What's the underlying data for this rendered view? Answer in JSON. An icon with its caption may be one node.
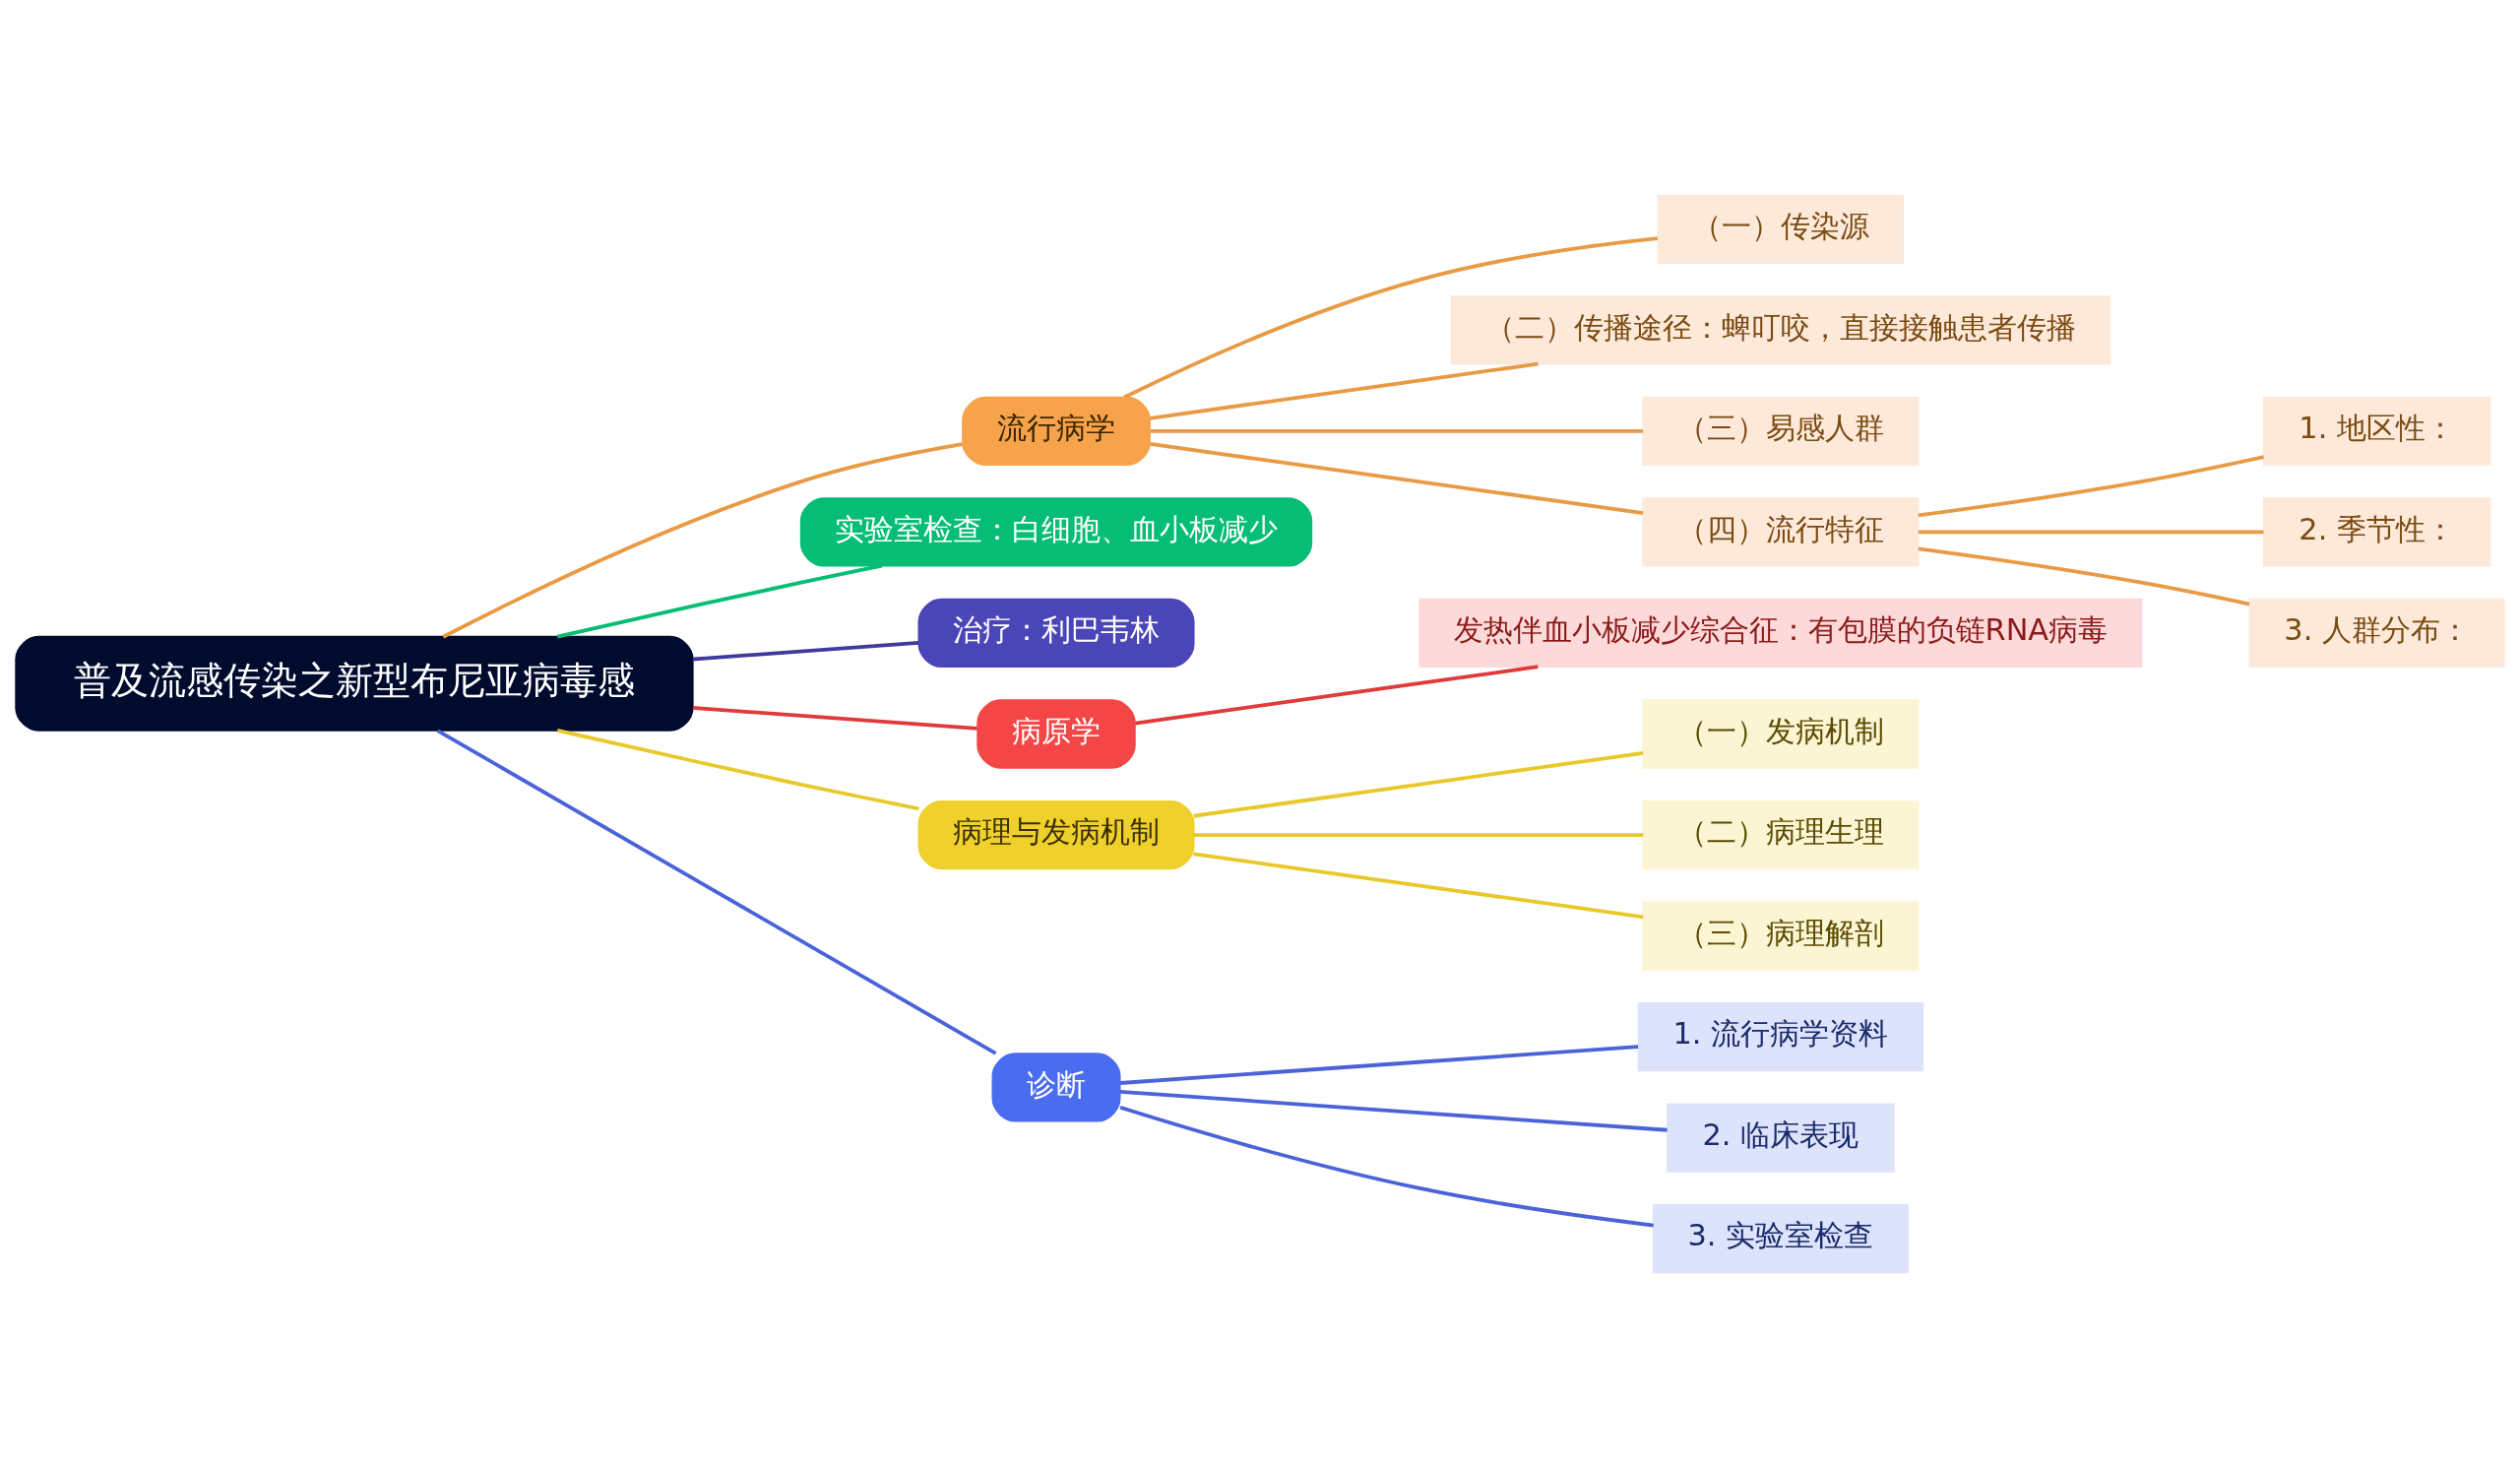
{
  "diagram": {
    "nodes": [
      {
        "text": [
          "普及流感传染之新型布尼亚病毒感"
        ]
      },
      {
        "text": [
          "流行病学"
        ]
      },
      {
        "text": [
          "（一）传染源"
        ]
      },
      {
        "text": [
          "（二）传播途径：蜱叮咬，直接接触患者传播"
        ]
      },
      {
        "text": [
          "（三）易感人群"
        ]
      },
      {
        "text": [
          "（四）流行特征"
        ]
      },
      {
        "text": [
          "1. 地区性："
        ]
      },
      {
        "text": [
          "2. 季节性："
        ]
      },
      {
        "text": [
          "3. 人群分布："
        ]
      },
      {
        "text": [
          "实验室检查：白细胞、血小板减少"
        ]
      },
      {
        "text": [
          "治疗：利巴韦林"
        ]
      },
      {
        "text": [
          "病原学"
        ]
      },
      {
        "text": [
          "发热伴血小板减少综合征：有包膜的负链RNA病毒"
        ]
      },
      {
        "text": [
          "病理与发病机制"
        ]
      },
      {
        "text": [
          "（一）发病机制"
        ]
      },
      {
        "text": [
          "（二）病理生理"
        ]
      },
      {
        "text": [
          "（三）病理解剖"
        ]
      },
      {
        "text": [
          "诊断"
        ]
      },
      {
        "text": [
          "1. 流行病学资料"
        ]
      },
      {
        "text": [
          "2. 临床表现"
        ]
      },
      {
        "text": [
          "3. 实验室检查"
        ]
      }
    ],
    "edges": [
      {
        "from": 0,
        "to": 1,
        "arrow": "none",
        "color": "#e89a45"
      },
      {
        "from": 1,
        "to": 2,
        "arrow": "none",
        "color": "#e89a45"
      },
      {
        "from": 1,
        "to": 3,
        "arrow": "none",
        "color": "#e89a45"
      },
      {
        "from": 1,
        "to": 4,
        "arrow": "none",
        "color": "#e89a45"
      },
      {
        "from": 1,
        "to": 5,
        "arrow": "none",
        "color": "#e89a45"
      },
      {
        "from": 5,
        "to": 6,
        "arrow": "none",
        "color": "#e89a45"
      },
      {
        "from": 5,
        "to": 7,
        "arrow": "none",
        "color": "#e89a45"
      },
      {
        "from": 5,
        "to": 8,
        "arrow": "none",
        "color": "#e89a45"
      },
      {
        "from": 0,
        "to": 9,
        "arrow": "none",
        "color": "#05bd74"
      },
      {
        "from": 0,
        "to": 10,
        "arrow": "none",
        "color": "#3f3a9e"
      },
      {
        "from": 0,
        "to": 11,
        "arrow": "none",
        "color": "#e03a3a"
      },
      {
        "from": 11,
        "to": 12,
        "arrow": "none",
        "color": "#e03a3a"
      },
      {
        "from": 0,
        "to": 13,
        "arrow": "none",
        "color": "#e8c92a"
      },
      {
        "from": 13,
        "to": 14,
        "arrow": "none",
        "color": "#e8c92a"
      },
      {
        "from": 13,
        "to": 15,
        "arrow": "none",
        "color": "#e8c92a"
      },
      {
        "from": 13,
        "to": 16,
        "arrow": "none",
        "color": "#e8c92a"
      },
      {
        "from": 0,
        "to": 17,
        "arrow": "none",
        "color": "#4a63d8"
      },
      {
        "from": 17,
        "to": 18,
        "arrow": "none",
        "color": "#4a63d8"
      },
      {
        "from": 17,
        "to": 19,
        "arrow": "none",
        "color": "#4a63d8"
      },
      {
        "from": 17,
        "to": 20,
        "arrow": "none",
        "color": "#4a63d8"
      }
    ]
  }
}
